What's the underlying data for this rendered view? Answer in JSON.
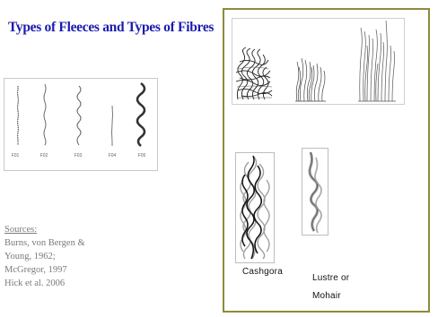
{
  "slide": {
    "title": "Types of Fleeces and Types of Fibres"
  },
  "fibre_panel": {
    "labels": [
      "F01",
      "F02",
      "F03",
      "F04",
      "F05"
    ]
  },
  "sources": {
    "heading": "Sources:",
    "lines": [
      "Burns, von Bergen &",
      "Young, 1962;",
      "McGregor, 1997",
      "Hick et al. 2006"
    ]
  },
  "fibre_types": {
    "cashgora_label": "Cashgora",
    "lustre_label_line1": "Lustre or",
    "lustre_label_line2": "Mohair"
  },
  "colors": {
    "title": "#1b1bb0",
    "frame_border": "#8f8a3a",
    "sources_text": "#7a7a7a"
  }
}
